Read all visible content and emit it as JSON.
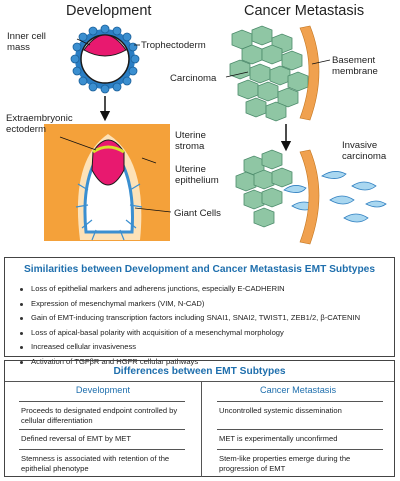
{
  "headers": {
    "development": "Development",
    "cancer": "Cancer Metastasis"
  },
  "labels": {
    "inner_cell_mass": "Inner cell mass",
    "trophectoderm": "Trophectoderm",
    "extraembryonic": "Extraembryonic ectoderm",
    "uterine_stroma": "Uterine stroma",
    "uterine_epithelium": "Uterine epithelium",
    "giant_cells": "Giant Cells",
    "carcinoma": "Carcinoma",
    "basement_membrane": "Basement membrane",
    "invasive_carcinoma": "Invasive carcinoma"
  },
  "similarities": {
    "title": "Similarities between Development and Cancer Metastasis EMT Subtypes",
    "items": [
      "Loss of epithelial markers and adherens junctions, especially E-CADHERIN",
      "Expression of mesenchymal markers (VIM, N-CAD)",
      "Gain of EMT-inducing transcription factors including SNAI1, SNAI2, TWIST1, ZEB1/2, β-CATENIN",
      "Loss of apical-basal polarity with acquisition of a mesenchymal morphology",
      "Increased cellular invasiveness",
      "Activation of TGFβR and HGFR cellular pathways"
    ]
  },
  "differences": {
    "title": "Differences between EMT Subtypes",
    "col_left": "Development",
    "col_right": "Cancer Metastasis",
    "rows": [
      {
        "left": "Proceeds to designated endpoint controlled by cellular differentiation",
        "right": "Uncontrolled systemic dissemination"
      },
      {
        "left": "Defined reversal of EMT by MET",
        "right": "MET is experimentally unconfirmed"
      },
      {
        "left": "Stemness is associated with retention of the epithelial phenotype",
        "right": "Stem-like properties emerge during the progression of EMT"
      }
    ]
  },
  "colors": {
    "accent_blue": "#1f6fad",
    "embryo_magenta": "#e8196f",
    "trophectoderm_blue": "#3b8fd0",
    "stroma_orange": "#f4a13a",
    "membrane_orange": "#f0a14f",
    "carcinoma_green": "#8fc6a4",
    "invasive_blue": "#a9d7f0"
  }
}
